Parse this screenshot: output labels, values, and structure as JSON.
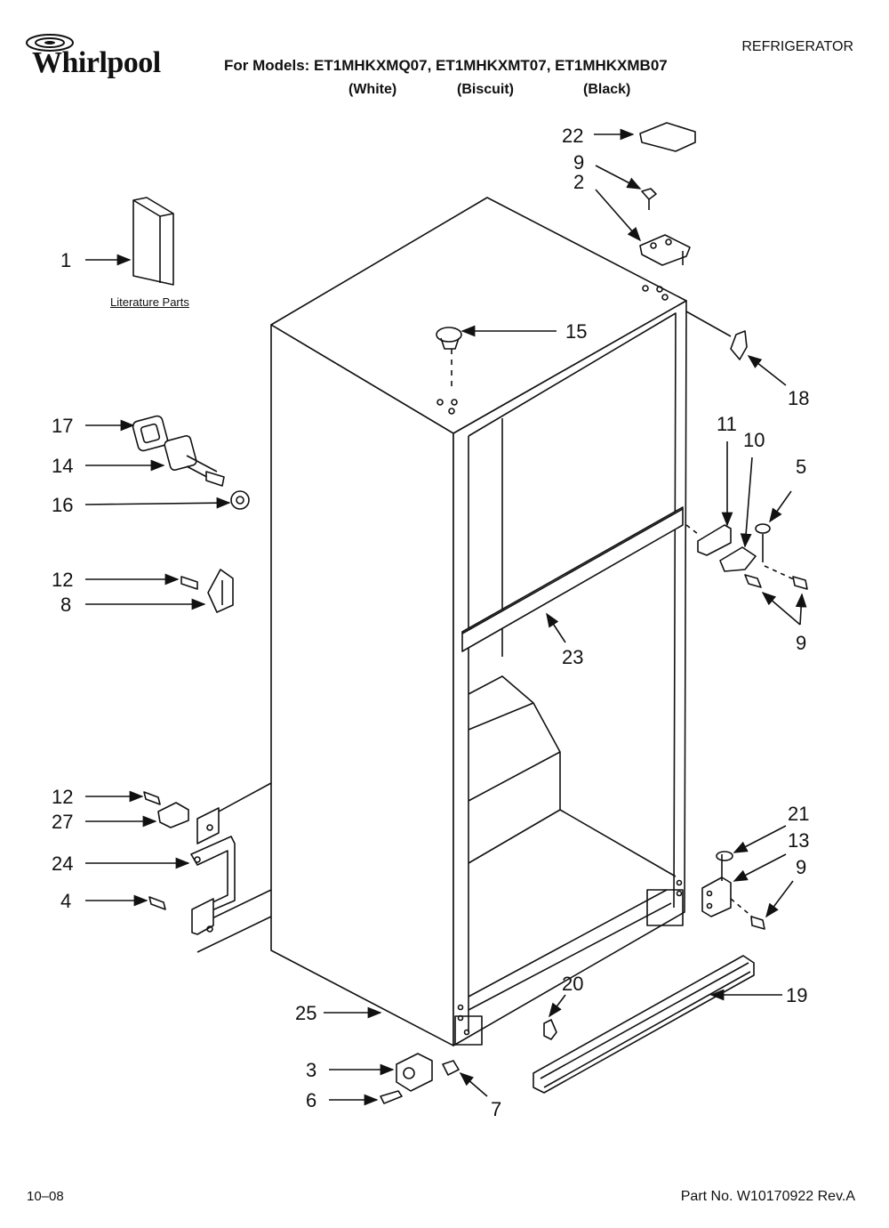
{
  "brand": "Whirlpool",
  "doc_type": "REFRIGERATOR",
  "models_line": "For Models: ET1MHKXMQ07, ET1MHKXMT07, ET1MHKXMB07",
  "variants": [
    "(White)",
    "(Biscuit)",
    "(Black)"
  ],
  "literature_caption": "Literature Parts",
  "footer": {
    "date": "10–08",
    "part_no": "Part No. W10170922 Rev.A"
  },
  "colors": {
    "line": "#111111",
    "background": "#ffffff"
  },
  "callouts": [
    "22",
    "9",
    "2",
    "1",
    "15",
    "18",
    "17",
    "11",
    "10",
    "5",
    "14",
    "16",
    "12",
    "8",
    "9",
    "23",
    "12",
    "27",
    "21",
    "13",
    "24",
    "9",
    "4",
    "20",
    "19",
    "25",
    "3",
    "7",
    "6"
  ]
}
